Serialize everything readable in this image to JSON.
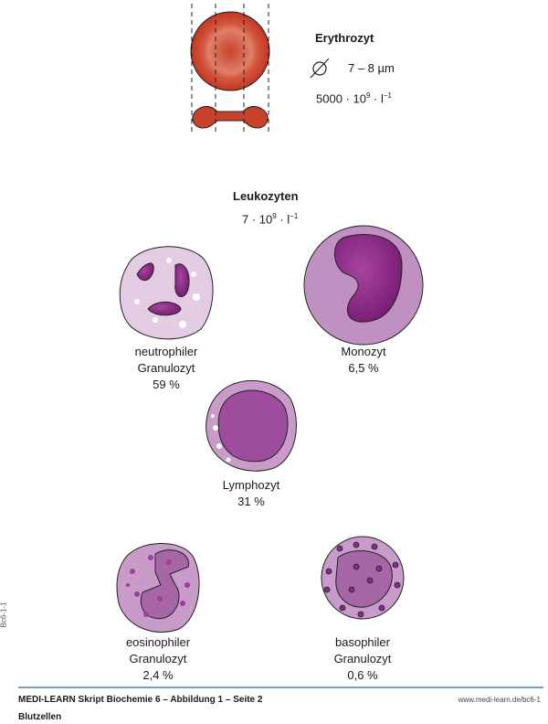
{
  "erythrocyte": {
    "title": "Erythrozyt",
    "diameter_icon": "diameter-icon",
    "diameter": "7 – 8 µm",
    "count_base": "5000 · 10",
    "count_exp": "9",
    "count_unit": " · l",
    "count_unit_exp": "−1"
  },
  "leukocytes": {
    "title": "Leukozyten",
    "count_base": "7 · 10",
    "count_exp": "9",
    "count_unit": " · l",
    "count_unit_exp": "−1"
  },
  "cells": [
    {
      "line1": "neutrophiler",
      "line2": "Granulozyt",
      "percent": "59 %"
    },
    {
      "line1": "Monozyt",
      "percent": "6,5 %"
    },
    {
      "line1": "Lymphozyt",
      "percent": "31 %"
    },
    {
      "line1": "eosinophiler",
      "line2": "Granulozyt",
      "percent": "2,4 %"
    },
    {
      "line1": "basophiler",
      "line2": "Granulozyt",
      "percent": "0,6 %"
    }
  ],
  "side_code": "Bc6-1-1",
  "footer": {
    "source": "MEDI-LEARN Skript Biochemie 6 – Abbildung 1 – Seite 2",
    "url": "www.medi-learn.de/bc6-1",
    "caption": "Blutzellen"
  },
  "colors": {
    "rbc": "#c8412b",
    "cytoplasm": "#c99bc8",
    "nucleus": "#8a2a86",
    "rule": "#2a5fa0"
  }
}
